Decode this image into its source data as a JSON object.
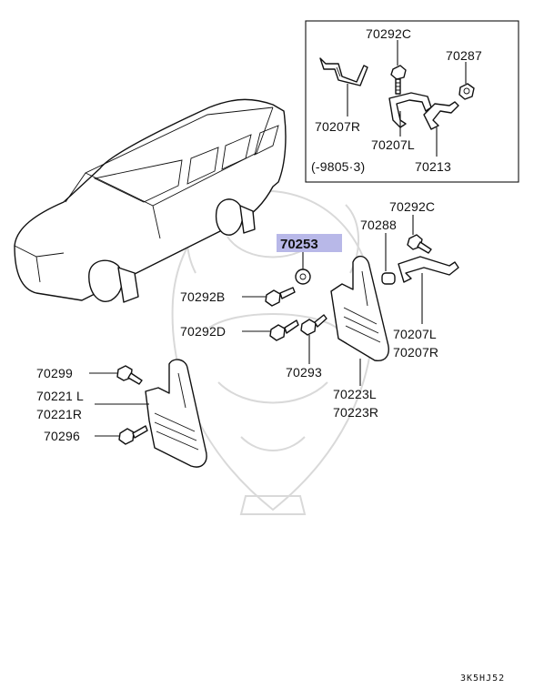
{
  "diagram": {
    "parts": {
      "p70292C_top": "70292C",
      "p70287": "70287",
      "p70207R_top": "70207R",
      "p70207L_top": "70207L",
      "p70213": "70213",
      "range_note": "(-9805·3)",
      "p70292C": "70292C",
      "p70288": "70288",
      "p70253": "70253",
      "p70292B": "70292B",
      "p70292D": "70292D",
      "p70293": "70293",
      "p70207L": "70207L",
      "p70207R": "70207R",
      "p70223L": "70223L",
      "p70223R": "70223R",
      "p70299": "70299",
      "p70221L": "70221 L",
      "p70221R": "70221R",
      "p70296": "70296"
    },
    "highlighted_part": "p70253",
    "highlight_color": "#b8b8e8",
    "diagram_code": "3K5HJ52"
  }
}
